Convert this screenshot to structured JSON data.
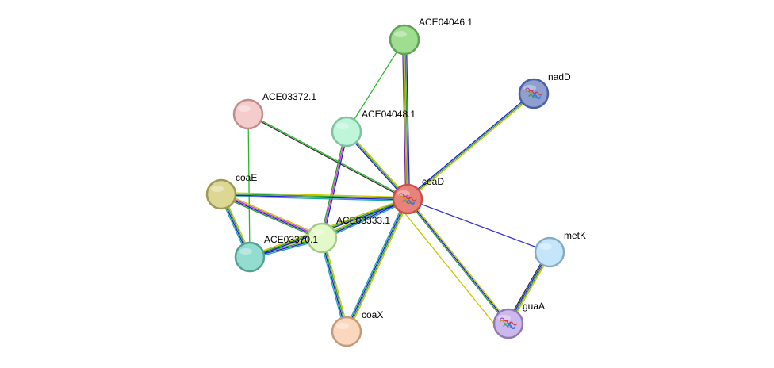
{
  "network": {
    "nodes": [
      {
        "id": "coaD",
        "label": "coaD",
        "fill": "#e8837c",
        "stroke": "#c85048",
        "structure": true
      },
      {
        "id": "ACE04046.1",
        "label": "ACE04046.1",
        "fill": "#9fdd90",
        "stroke": "#5fa355",
        "structure": false
      },
      {
        "id": "nadD",
        "label": "nadD",
        "fill": "#8f9fd0",
        "stroke": "#4b5fa5",
        "structure": true
      },
      {
        "id": "ACE03372.1",
        "label": "ACE03372.1",
        "fill": "#f5cccc",
        "stroke": "#c48b8b",
        "structure": false
      },
      {
        "id": "ACE04048.1",
        "label": "ACE04048.1",
        "fill": "#bff5d9",
        "stroke": "#80c3a2",
        "structure": false
      },
      {
        "id": "coaE",
        "label": "coaE",
        "fill": "#dcd893",
        "stroke": "#9d9a55",
        "structure": false
      },
      {
        "id": "ACE03333.1",
        "label": "ACE03333.1",
        "fill": "#e2fac8",
        "stroke": "#a6c88a",
        "structure": false
      },
      {
        "id": "ACE03370.1",
        "label": "ACE03370.1",
        "fill": "#92dcd0",
        "stroke": "#51a196",
        "structure": false
      },
      {
        "id": "metK",
        "label": "metK",
        "fill": "#c5e6fa",
        "stroke": "#86abc3",
        "structure": false
      },
      {
        "id": "guaA",
        "label": "guaA",
        "fill": "#cdb8ee",
        "stroke": "#8f7bb3",
        "structure": true
      },
      {
        "id": "coaX",
        "label": "coaX",
        "fill": "#fbd8bd",
        "stroke": "#c59b7e",
        "structure": false
      }
    ],
    "edges": [
      {
        "source": "ACE04046.1",
        "target": "coaD",
        "colors": [
          "#1f1fd6",
          "#2ca02c",
          "#a0a000",
          "#7b2c9a"
        ]
      },
      {
        "source": "ACE04046.1",
        "target": "ACE04048.1",
        "colors": [
          "#2ab82a"
        ]
      },
      {
        "source": "nadD",
        "target": "coaD",
        "colors": [
          "#c8c800",
          "#2ca02c",
          "#1f1fd6"
        ]
      },
      {
        "source": "ACE03372.1",
        "target": "coaD",
        "colors": [
          "#2ab82a",
          "#333333"
        ]
      },
      {
        "source": "ACE03372.1",
        "target": "ACE03370.1",
        "colors": [
          "#2ab82a"
        ]
      },
      {
        "source": "ACE04048.1",
        "target": "coaD",
        "colors": [
          "#c8c800",
          "#2ca02c",
          "#1f1fd6"
        ]
      },
      {
        "source": "ACE04048.1",
        "target": "ACE03333.1",
        "colors": [
          "#1f1fd6",
          "#c43ac4",
          "#2ca02c"
        ]
      },
      {
        "source": "coaE",
        "target": "coaD",
        "colors": [
          "#c8c800",
          "#2ca02c",
          "#1f1fd6",
          "#1fa8a8"
        ]
      },
      {
        "source": "coaE",
        "target": "ACE03333.1",
        "colors": [
          "#c8c800",
          "#c43ac4",
          "#1f1fd6",
          "#2ca02c"
        ]
      },
      {
        "source": "coaE",
        "target": "ACE03370.1",
        "colors": [
          "#c8c800",
          "#2ca02c",
          "#1f1fd6",
          "#1fa8a8"
        ]
      },
      {
        "source": "ACE03333.1",
        "target": "coaD",
        "colors": [
          "#c8c800",
          "#2ca02c",
          "#1f1fd6",
          "#1fa8a8"
        ]
      },
      {
        "source": "ACE03370.1",
        "target": "ACE03333.1",
        "colors": [
          "#c8c800",
          "#2ca02c",
          "#1f1fd6",
          "#1fa8a8"
        ]
      },
      {
        "source": "ACE03370.1",
        "target": "coaD",
        "colors": [
          "#c8c800",
          "#2ca02c",
          "#1f1fd6"
        ]
      },
      {
        "source": "ACE03333.1",
        "target": "coaX",
        "colors": [
          "#c8c800",
          "#2ca02c",
          "#1f1fd6",
          "#1fa8a8"
        ]
      },
      {
        "source": "coaD",
        "target": "coaX",
        "colors": [
          "#c8c800",
          "#2ca02c",
          "#1f1fd6",
          "#1fa8a8"
        ]
      },
      {
        "source": "coaD",
        "target": "guaA",
        "colors": [
          "#c8c800",
          "#1f1fd6",
          "#2ca02c"
        ]
      },
      {
        "source": "coaD",
        "target": "metK",
        "colors": [
          "#3333cc"
        ]
      },
      {
        "source": "coaD",
        "target": "guaA",
        "colors": [
          "#c8c800"
        ],
        "offsetNudge": 14
      },
      {
        "source": "metK",
        "target": "guaA",
        "colors": [
          "#c8c800",
          "#2ca02c",
          "#1f1fd6",
          "#333333"
        ]
      }
    ]
  }
}
